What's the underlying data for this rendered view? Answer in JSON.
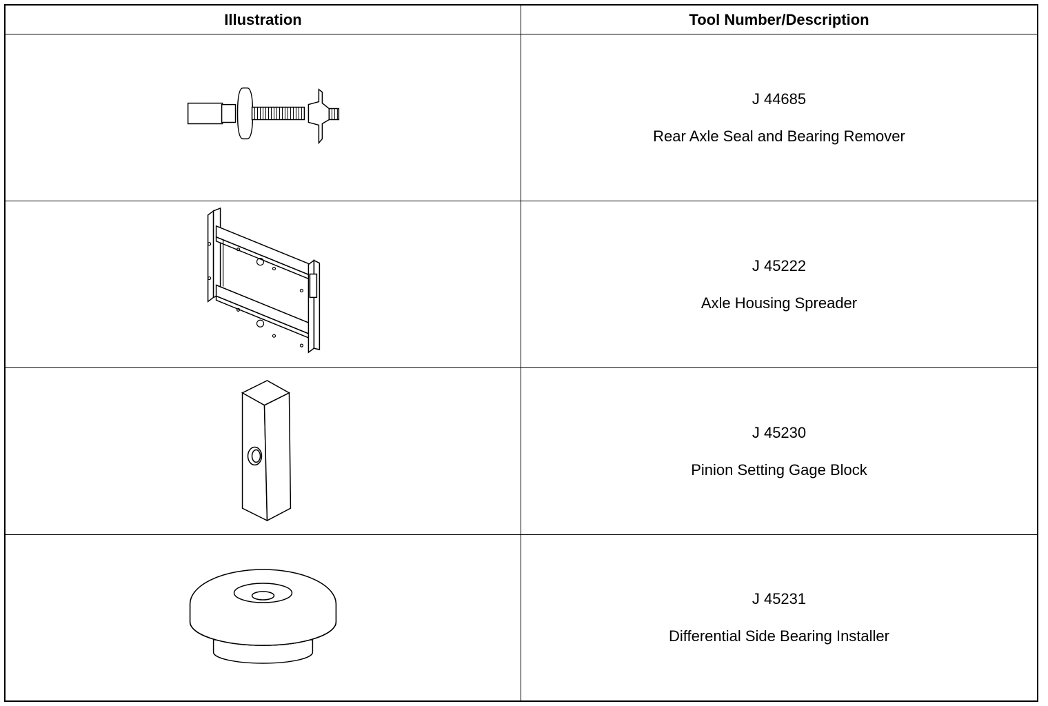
{
  "table": {
    "headers": {
      "illustration": "Illustration",
      "tool": "Tool Number/Description"
    },
    "rows": [
      {
        "number": "J 44685",
        "description": "Rear Axle Seal and Bearing Remover",
        "icon": "seal-bearing-remover-icon"
      },
      {
        "number": "J 45222",
        "description": "Axle Housing Spreader",
        "icon": "housing-spreader-icon"
      },
      {
        "number": "J 45230",
        "description": "Pinion Setting Gage Block",
        "icon": "gage-block-icon"
      },
      {
        "number": "J 45231",
        "description": "Differential Side Bearing Installer",
        "icon": "bearing-installer-icon"
      }
    ]
  }
}
